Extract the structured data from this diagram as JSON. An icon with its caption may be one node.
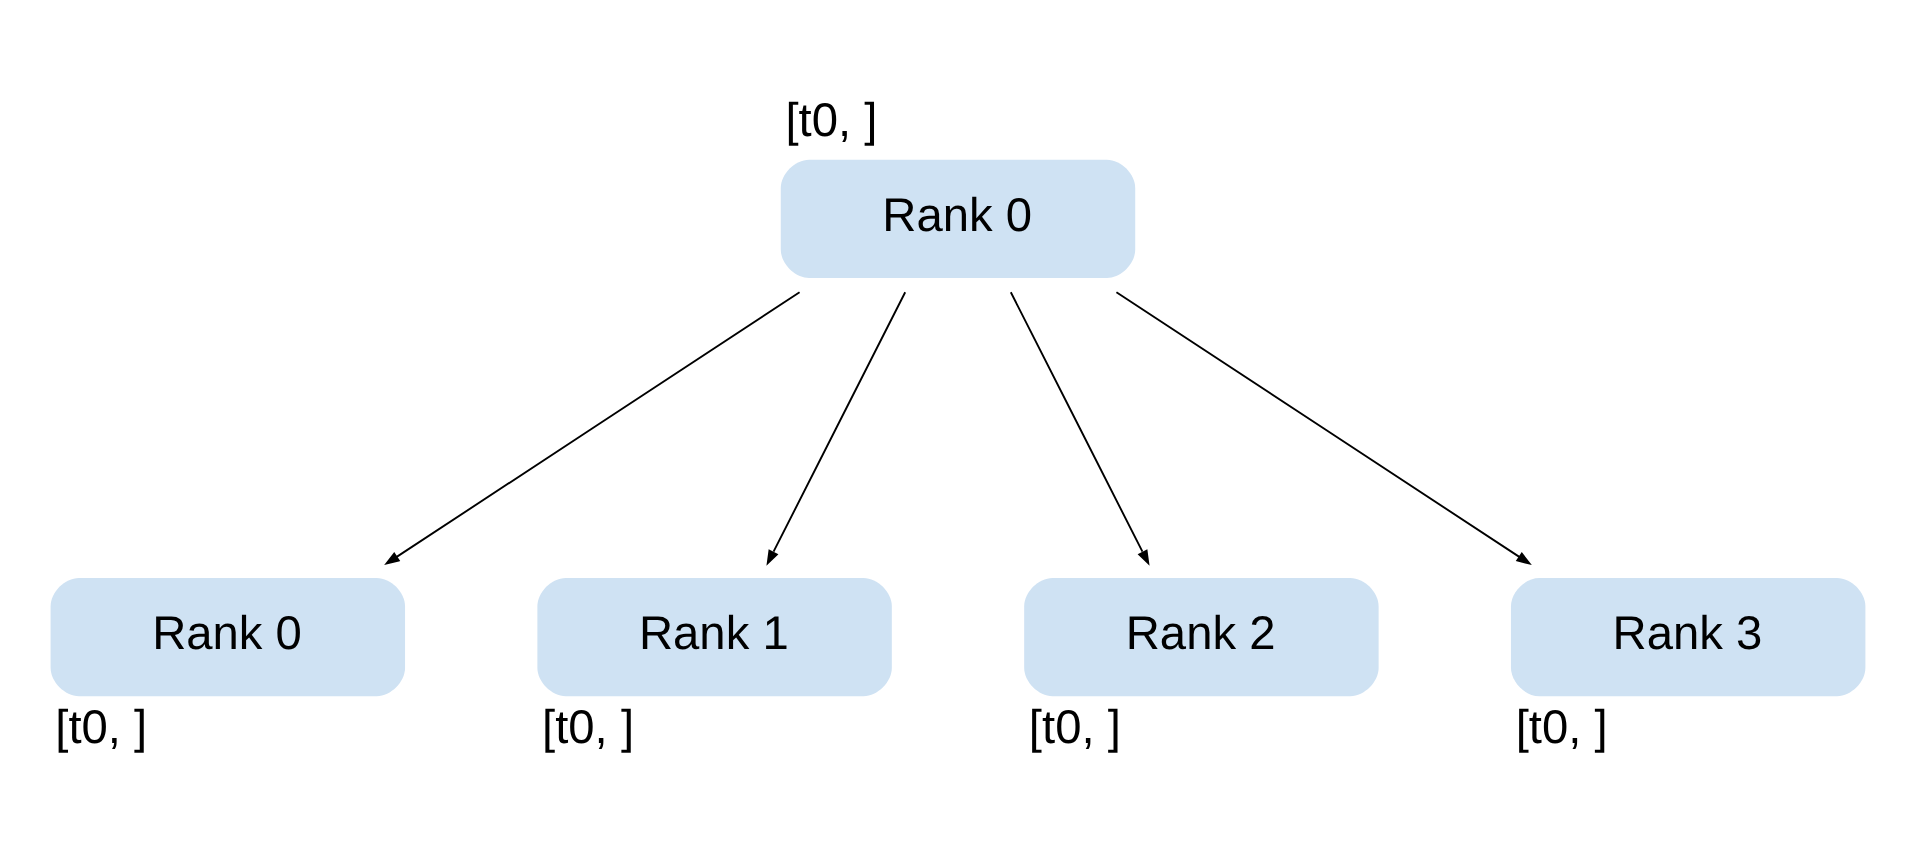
{
  "diagram": {
    "nodes": [
      {
        "text": [
          "Rank 0"
        ],
        "beside": [
          "[t0, ]"
        ]
      },
      {
        "text": [
          "Rank 0"
        ],
        "beside": [
          "[t0, ]"
        ]
      },
      {
        "text": [
          "Rank 1"
        ],
        "beside": [
          "[t0, ]"
        ]
      },
      {
        "text": [
          "Rank 2"
        ],
        "beside": [
          "[t0, ]"
        ]
      },
      {
        "text": [
          "Rank 3"
        ],
        "beside": [
          "[t0, ]"
        ]
      }
    ],
    "edges": [
      {
        "from": 0,
        "to": 1,
        "arrow": "to"
      },
      {
        "from": 0,
        "to": 2,
        "arrow": "to"
      },
      {
        "from": 0,
        "to": 3,
        "arrow": "to"
      },
      {
        "from": 0,
        "to": 4,
        "arrow": "to"
      }
    ]
  }
}
